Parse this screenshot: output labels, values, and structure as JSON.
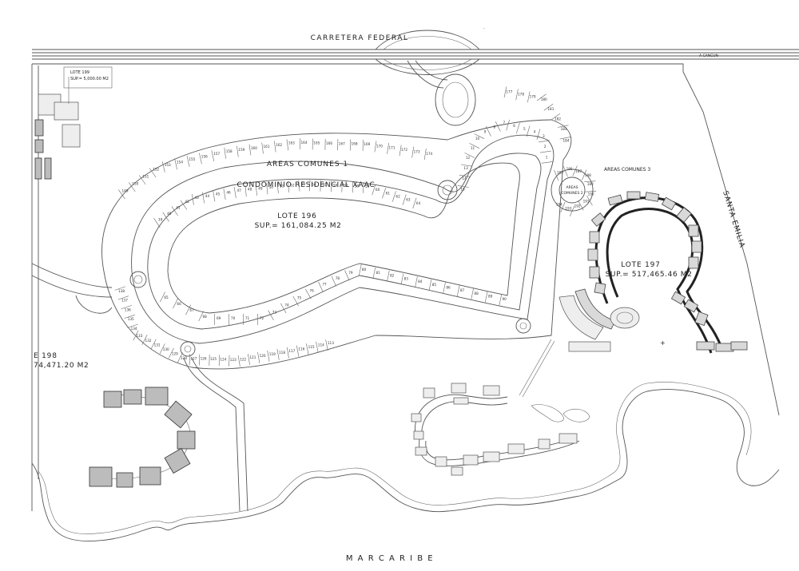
{
  "labels": {
    "road_top": "CARRETERA FEDERAL",
    "to_cancun": "A CANCUN",
    "lote199_title": "LOTE 199",
    "lote199_sup": "SUP.= 5,000.00 M2",
    "areas_comunes_1": "AREAS COMUNES 1",
    "condominio": "CONDOMINIO RESIDENCIAL XAAC",
    "lote196_title": "LOTE 196",
    "lote196_sup": "SUP.= 161,084.25 M2",
    "areas_comunes_3": "AREAS COMUNES 3",
    "areas_comunes_2_a": "AREAS",
    "areas_comunes_2_b": "COMUNES 2",
    "lote197_title": "LOTE 197",
    "lote197_sup": "SUP.= 517,465.46 M2",
    "lote198_title": "E 198",
    "lote198_sup": "74,471.20 M2",
    "santa_emilia": "SANTA EMILIA",
    "mar_caribe": "M A R   C A R I B E"
  },
  "lots": {
    "outer_upper": [
      "149",
      "150",
      "151",
      "152",
      "153",
      "154",
      "155",
      "156",
      "157",
      "158",
      "159",
      "160",
      "161",
      "162",
      "163",
      "164",
      "165",
      "166",
      "167",
      "168",
      "169",
      "170",
      "171",
      "172",
      "173",
      "174"
    ],
    "inner_upper": [
      "39",
      "40",
      "41",
      "42",
      "43",
      "44",
      "45",
      "46",
      "47",
      "48",
      "49",
      "50",
      "51",
      "52",
      "53",
      "54",
      "55",
      "56",
      "57",
      "58",
      "59",
      "60",
      "61",
      "62",
      "63",
      "64"
    ],
    "outer_lower": [
      "138",
      "137",
      "136",
      "135",
      "134",
      "133",
      "132",
      "131",
      "130",
      "129",
      "128",
      "127",
      "126",
      "125",
      "124",
      "123",
      "122",
      "121",
      "120",
      "119",
      "118",
      "117",
      "116",
      "115",
      "114",
      "113"
    ],
    "inner_lower": [
      "65",
      "66",
      "67",
      "68",
      "69",
      "70",
      "71",
      "72",
      "73",
      "74",
      "75",
      "76",
      "77",
      "78",
      "79",
      "80",
      "81",
      "82",
      "83",
      "84",
      "85",
      "86",
      "87",
      "88",
      "89",
      "90"
    ],
    "east_top": [
      "177",
      "178",
      "179",
      "180",
      "181",
      "182",
      "183",
      "184"
    ],
    "east_inner": [
      "1",
      "2",
      "3",
      "4",
      "5",
      "6",
      "7",
      "8",
      "9",
      "10",
      "11",
      "12",
      "13",
      "14",
      "15"
    ],
    "circle_cluster": [
      "185",
      "186",
      "187",
      "188",
      "189",
      "190",
      "191",
      "192",
      "193",
      "194"
    ]
  },
  "colors": {
    "line": "#555555",
    "building": "#d9d9d9",
    "building_dark": "#bcbcbc",
    "road_dark": "#222222"
  }
}
